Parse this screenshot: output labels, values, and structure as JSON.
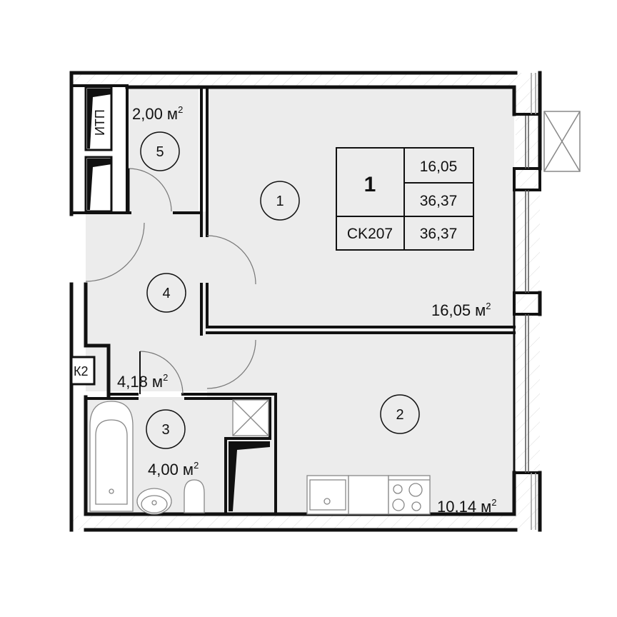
{
  "plan": {
    "apartment_table": {
      "rooms_count": "1",
      "living_area": "16,05",
      "total_area": "36,37",
      "code": "CK207",
      "total_area_2": "36,37"
    },
    "rooms": [
      {
        "number": "1",
        "area": "16,05 м",
        "sup": "2"
      },
      {
        "number": "2",
        "area": "10,14 м",
        "sup": "2"
      },
      {
        "number": "3",
        "area": "4,00 м",
        "sup": "2"
      },
      {
        "number": "4",
        "area": "4,18 м",
        "sup": "2"
      },
      {
        "number": "5",
        "area": "2,00 м",
        "sup": "2"
      }
    ],
    "labels": {
      "itp": "ИТП",
      "k2": "К2"
    },
    "colors": {
      "floor": "#ececec",
      "wall": "#111111",
      "hatch": "#d8d8d8",
      "background": "#ffffff"
    }
  }
}
